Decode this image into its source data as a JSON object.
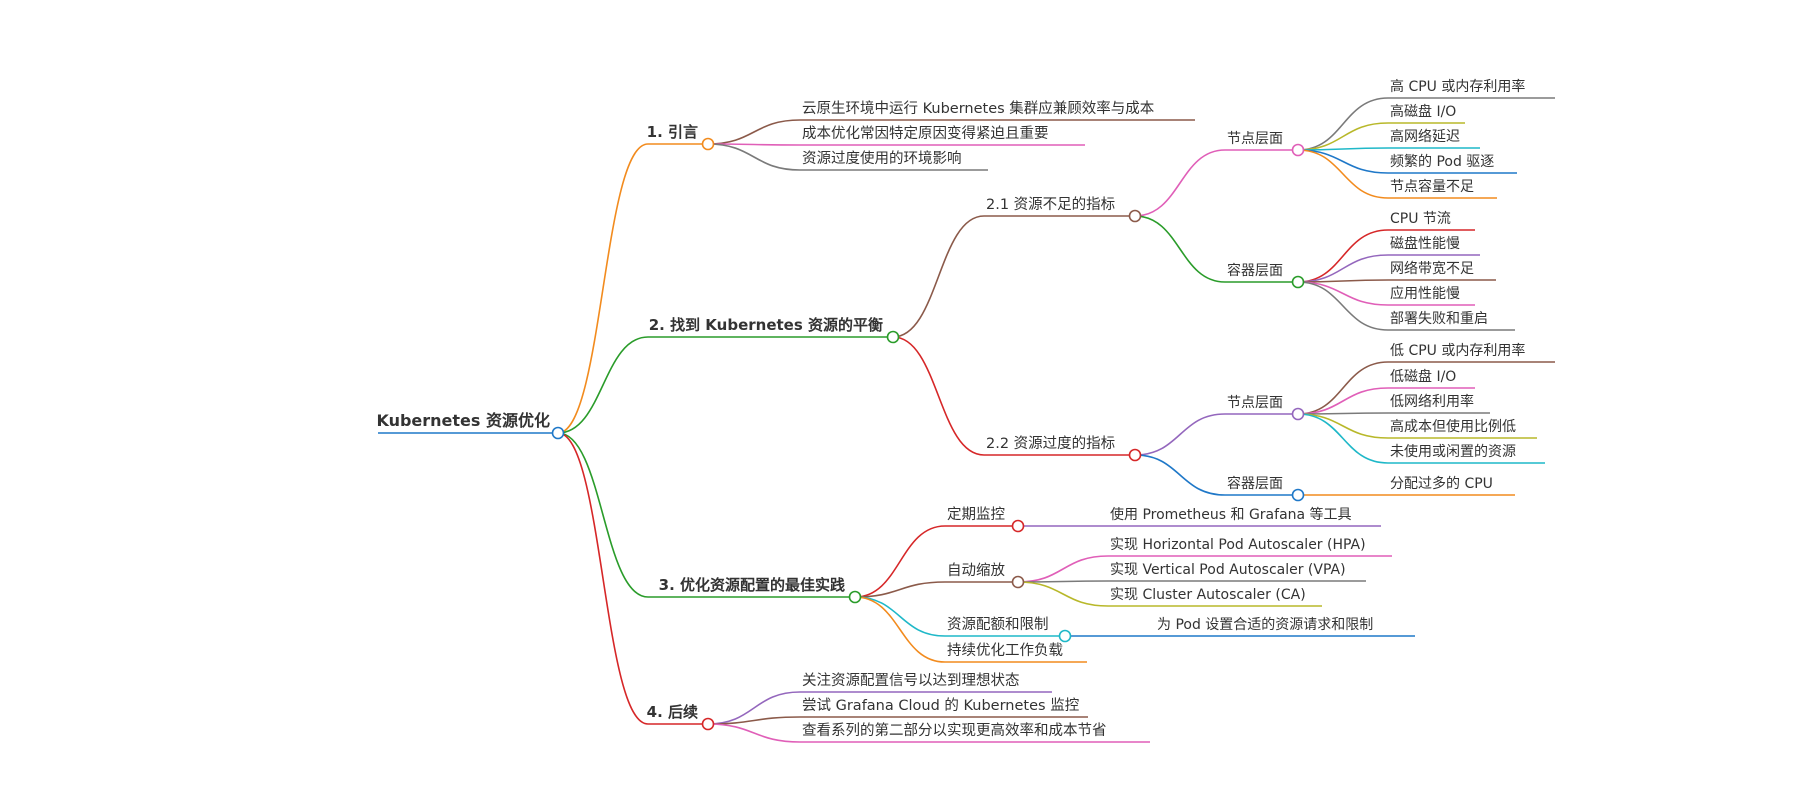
{
  "root": {
    "label": "Kubernetes 资源优化",
    "color": "#1f78c8"
  },
  "branches": [
    {
      "label": "1. 引言",
      "color": "#f28b1e",
      "children": [
        {
          "label": "云原生环境中运行 Kubernetes 集群应兼顾效率与成本",
          "color": "#8b5a4a"
        },
        {
          "label": "成本优化常因特定原因变得紧迫且重要",
          "color": "#e05fb8"
        },
        {
          "label": "资源过度使用的环境影响",
          "color": "#7a7a7a"
        }
      ]
    },
    {
      "label": "2. 找到 Kubernetes 资源的平衡",
      "color": "#2a9c2a",
      "children": [
        {
          "label": "2.1 资源不足的指标",
          "color": "#8b5a4a",
          "children": [
            {
              "label": "节点层面",
              "color": "#e05fb8",
              "children": [
                {
                  "label": "高 CPU 或内存利用率",
                  "color": "#7a7a7a"
                },
                {
                  "label": "高磁盘 I/O",
                  "color": "#b8b82a"
                },
                {
                  "label": "高网络延迟",
                  "color": "#1fb8c8"
                },
                {
                  "label": "频繁的 Pod 驱逐",
                  "color": "#1f78c8"
                },
                {
                  "label": "节点容量不足",
                  "color": "#f28b1e"
                }
              ]
            },
            {
              "label": "容器层面",
              "color": "#2a9c2a",
              "children": [
                {
                  "label": "CPU 节流",
                  "color": "#d62728"
                },
                {
                  "label": "磁盘性能慢",
                  "color": "#9467bd"
                },
                {
                  "label": "网络带宽不足",
                  "color": "#8b5a4a"
                },
                {
                  "label": "应用性能慢",
                  "color": "#e05fb8"
                },
                {
                  "label": "部署失败和重启",
                  "color": "#7a7a7a"
                }
              ]
            }
          ]
        },
        {
          "label": "2.2 资源过度的指标",
          "color": "#d62728",
          "children": [
            {
              "label": "节点层面",
              "color": "#9467bd",
              "children": [
                {
                  "label": "低 CPU 或内存利用率",
                  "color": "#8b5a4a"
                },
                {
                  "label": "低磁盘 I/O",
                  "color": "#e05fb8"
                },
                {
                  "label": "低网络利用率",
                  "color": "#7a7a7a"
                },
                {
                  "label": "高成本但使用比例低",
                  "color": "#b8b82a"
                },
                {
                  "label": "未使用或闲置的资源",
                  "color": "#1fb8c8"
                }
              ]
            },
            {
              "label": "容器层面",
              "color": "#1f78c8",
              "children": [
                {
                  "label": "分配过多的 CPU",
                  "color": "#f28b1e"
                }
              ]
            }
          ]
        }
      ]
    },
    {
      "label": "3. 优化资源配置的最佳实践",
      "color": "#2a9c2a",
      "children": [
        {
          "label": "定期监控",
          "color": "#d62728",
          "children": [
            {
              "label": "使用 Prometheus 和 Grafana 等工具",
              "color": "#9467bd"
            }
          ]
        },
        {
          "label": "自动缩放",
          "color": "#8b5a4a",
          "children": [
            {
              "label": "实现 Horizontal Pod Autoscaler (HPA)",
              "color": "#e05fb8"
            },
            {
              "label": "实现 Vertical Pod Autoscaler (VPA)",
              "color": "#7a7a7a"
            },
            {
              "label": "实现 Cluster Autoscaler (CA)",
              "color": "#b8b82a"
            }
          ]
        },
        {
          "label": "资源配额和限制",
          "color": "#1fb8c8",
          "children": [
            {
              "label": "为 Pod 设置合适的资源请求和限制",
              "color": "#1f78c8"
            }
          ]
        },
        {
          "label": "持续优化工作负载",
          "color": "#f28b1e"
        }
      ]
    },
    {
      "label": "4. 后续",
      "color": "#d62728",
      "children": [
        {
          "label": "关注资源配置信号以达到理想状态",
          "color": "#9467bd"
        },
        {
          "label": "尝试 Grafana Cloud 的 Kubernetes 监控",
          "color": "#8b5a4a"
        },
        {
          "label": "查看系列的第二部分以实现更高效率和成本节省",
          "color": "#e05fb8"
        }
      ]
    }
  ]
}
